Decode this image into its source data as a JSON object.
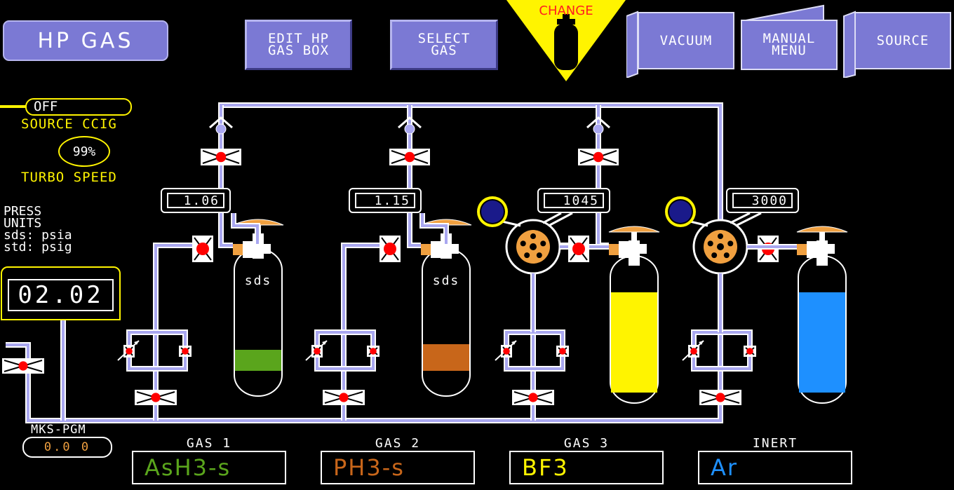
{
  "title": "HP GAS",
  "buttons": {
    "edit_hp_gas_box": "EDIT HP\nGAS BOX",
    "select_gas": "SELECT\nGAS",
    "change": "CHANGE",
    "vacuum": "VACUUM",
    "manual_menu": "MANUAL\nMENU",
    "source": "SOURCE"
  },
  "source_ccig": {
    "value": "OFF",
    "label": "SOURCE CCIG"
  },
  "turbo": {
    "value": "99",
    "unit": "%",
    "label": "TURBO SPEED"
  },
  "press_units": {
    "line1": "PRESS",
    "line2": "UNITS",
    "line3": "sds: psia",
    "line4": "std: psig"
  },
  "main_readout": "02.02",
  "mks_pgm": {
    "label": "MKS-PGM",
    "value": "0.0 0"
  },
  "pressure_readouts": [
    "1.06",
    "1.15",
    "1045",
    "3000"
  ],
  "cylinder_labels": [
    "sds",
    "sds"
  ],
  "gases": [
    {
      "label": "GAS 1",
      "name": "AsH3-s",
      "color": "#5aa51c"
    },
    {
      "label": "GAS 2",
      "name": "PH3-s",
      "color": "#c8661a"
    },
    {
      "label": "GAS 3",
      "name": "BF3",
      "color": "#fff400"
    },
    {
      "label": "INERT",
      "name": "Ar",
      "color": "#1e90ff"
    }
  ],
  "cylinder_fill": [
    0.2,
    0.25,
    0.85,
    0.85
  ],
  "colors": {
    "pipe": "#a9a7f0",
    "valve_red": "#ff0000",
    "button": "#7b79d4",
    "regulator": "#f0a040",
    "gauge": "#1a1a8a"
  }
}
